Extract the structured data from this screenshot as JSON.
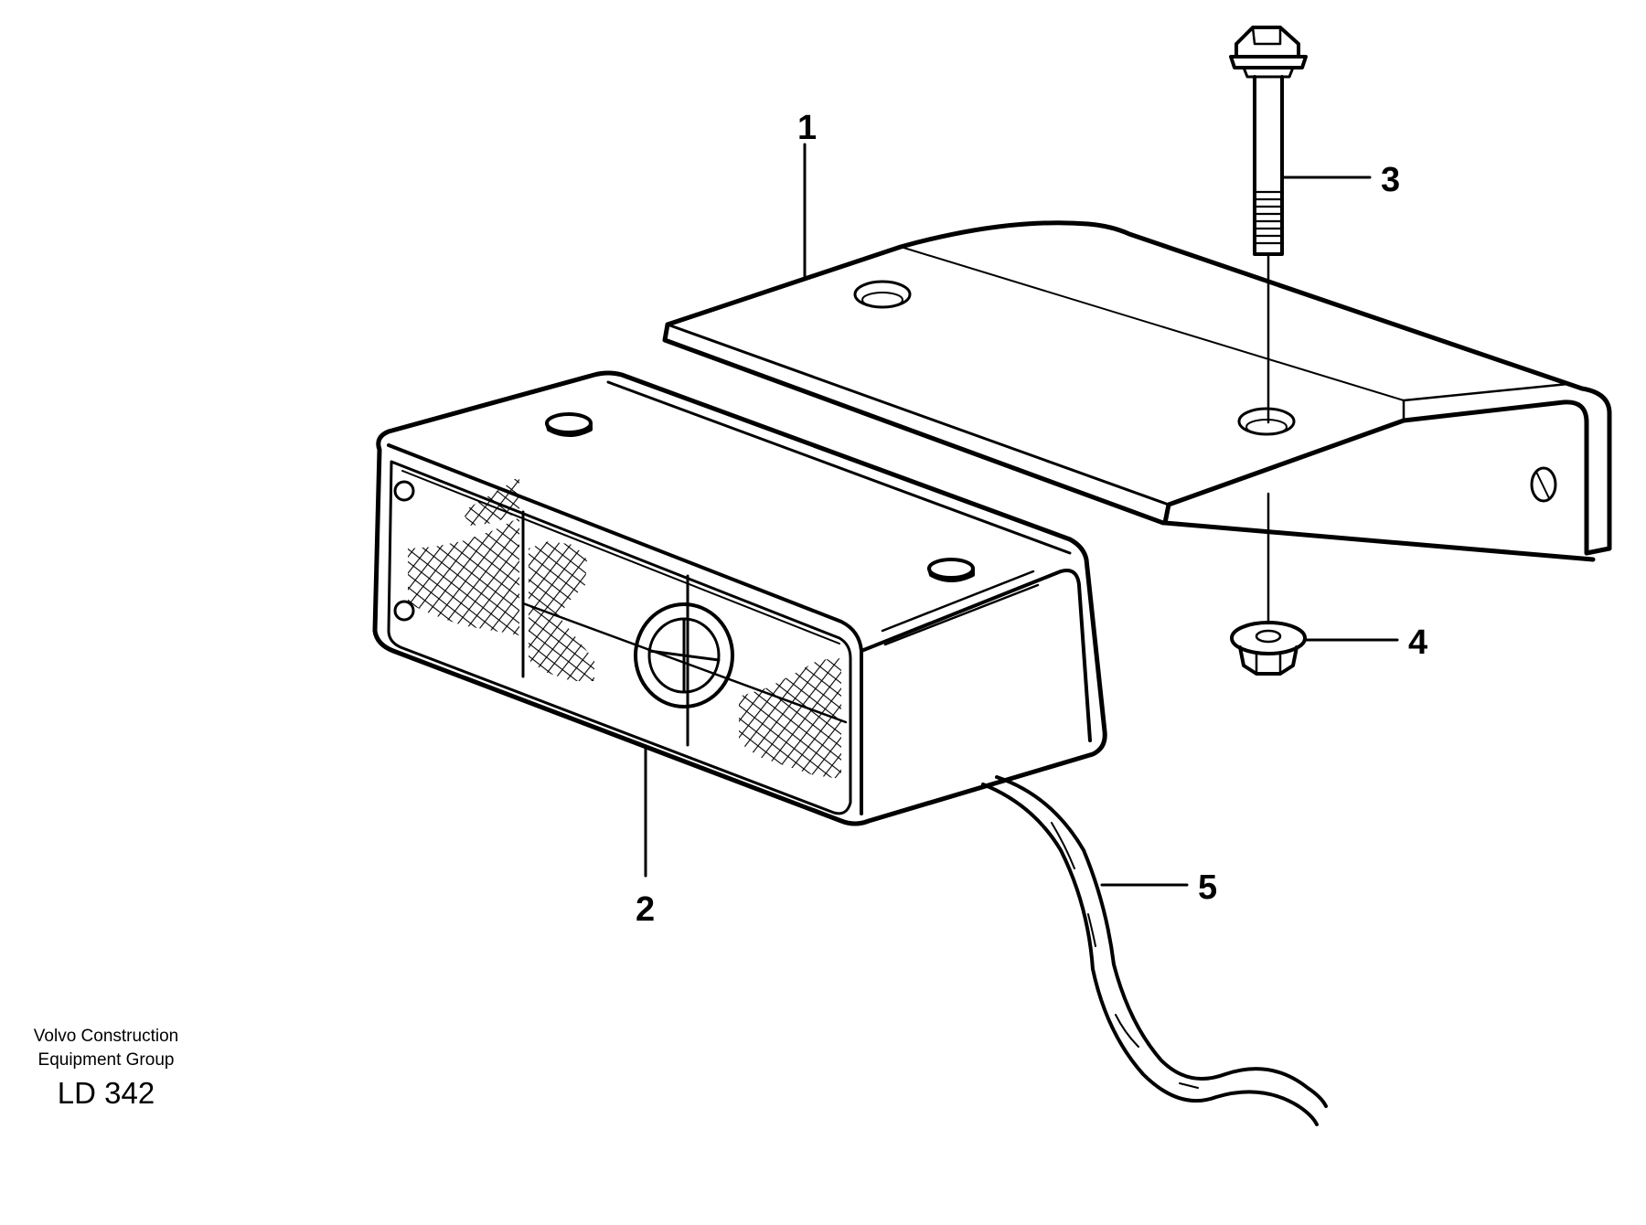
{
  "callouts": {
    "c1": "1",
    "c2": "2",
    "c3": "3",
    "c4": "4",
    "c5": "5"
  },
  "footer": {
    "line1": "Volvo Construction",
    "line2": "Equipment Group",
    "drawing_number": "LD 342"
  },
  "parts": [
    {
      "callout": "1",
      "icon": "mounting-bracket"
    },
    {
      "callout": "2",
      "icon": "rear-lamp"
    },
    {
      "callout": "3",
      "icon": "flange-screw"
    },
    {
      "callout": "4",
      "icon": "flange-nut"
    },
    {
      "callout": "5",
      "icon": "cable"
    }
  ]
}
